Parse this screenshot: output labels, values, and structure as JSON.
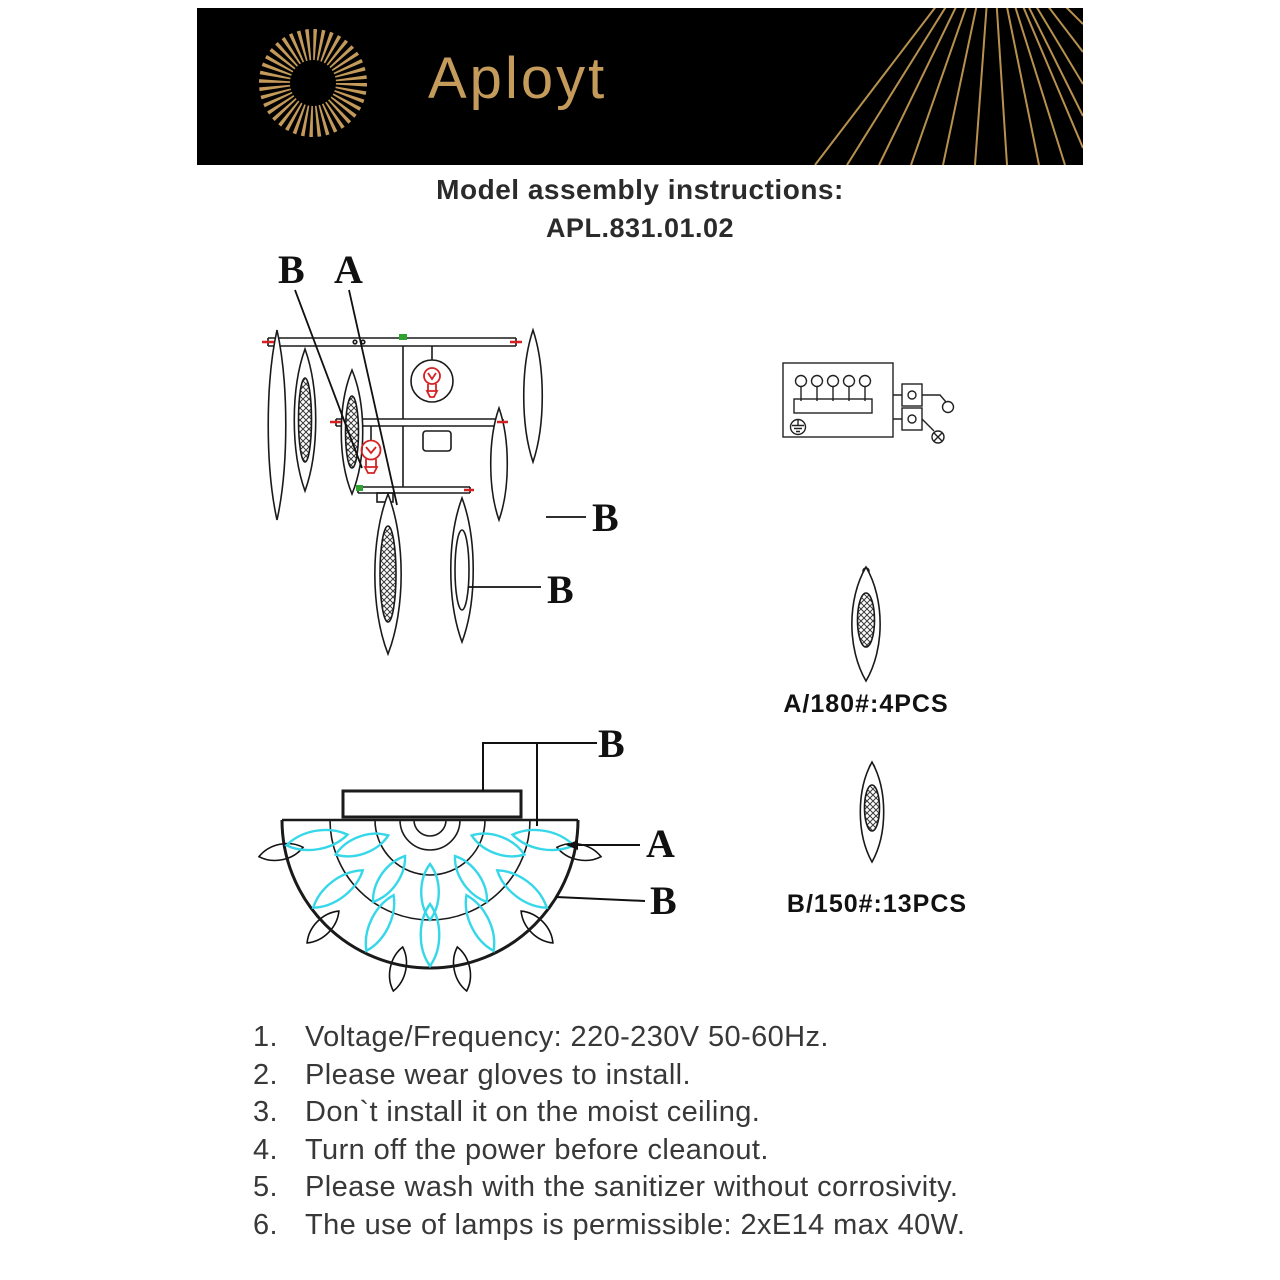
{
  "header": {
    "brand": "Aployt"
  },
  "title": {
    "line1": "Model assembly instructions:",
    "line2": "APL.831.01.02"
  },
  "assembly_diagram": {
    "label_b_top": "B",
    "label_a_top": "A",
    "label_b_right_upper": "B",
    "label_b_right_lower": "B"
  },
  "parts": {
    "a": {
      "label": "A/180#:4PCS"
    },
    "b": {
      "label": "B/150#:13PCS"
    }
  },
  "plan_diagram": {
    "label_b_top": "B",
    "label_a": "A",
    "label_b_bottom": "B"
  },
  "instructions": [
    {
      "num": "1.",
      "text": "Voltage/Frequency: 220-230V 50-60Hz."
    },
    {
      "num": "2.",
      "text": "Please wear gloves to install."
    },
    {
      "num": "3.",
      "text": "Don`t install it on the moist ceiling."
    },
    {
      "num": "4.",
      "text": "Turn off the power before cleanout."
    },
    {
      "num": "5.",
      "text": "Please wash with the sanitizer without corrosivity."
    },
    {
      "num": "6.",
      "text": "The use of lamps is permissible: 2xE14 max 40W."
    }
  ],
  "colors": {
    "header_bg": "#000000",
    "brand_gold": "#c59b5c",
    "crystal_cyan": "#35d7e9",
    "wire_red": "#d42222",
    "marker_green": "#2fa32f"
  }
}
